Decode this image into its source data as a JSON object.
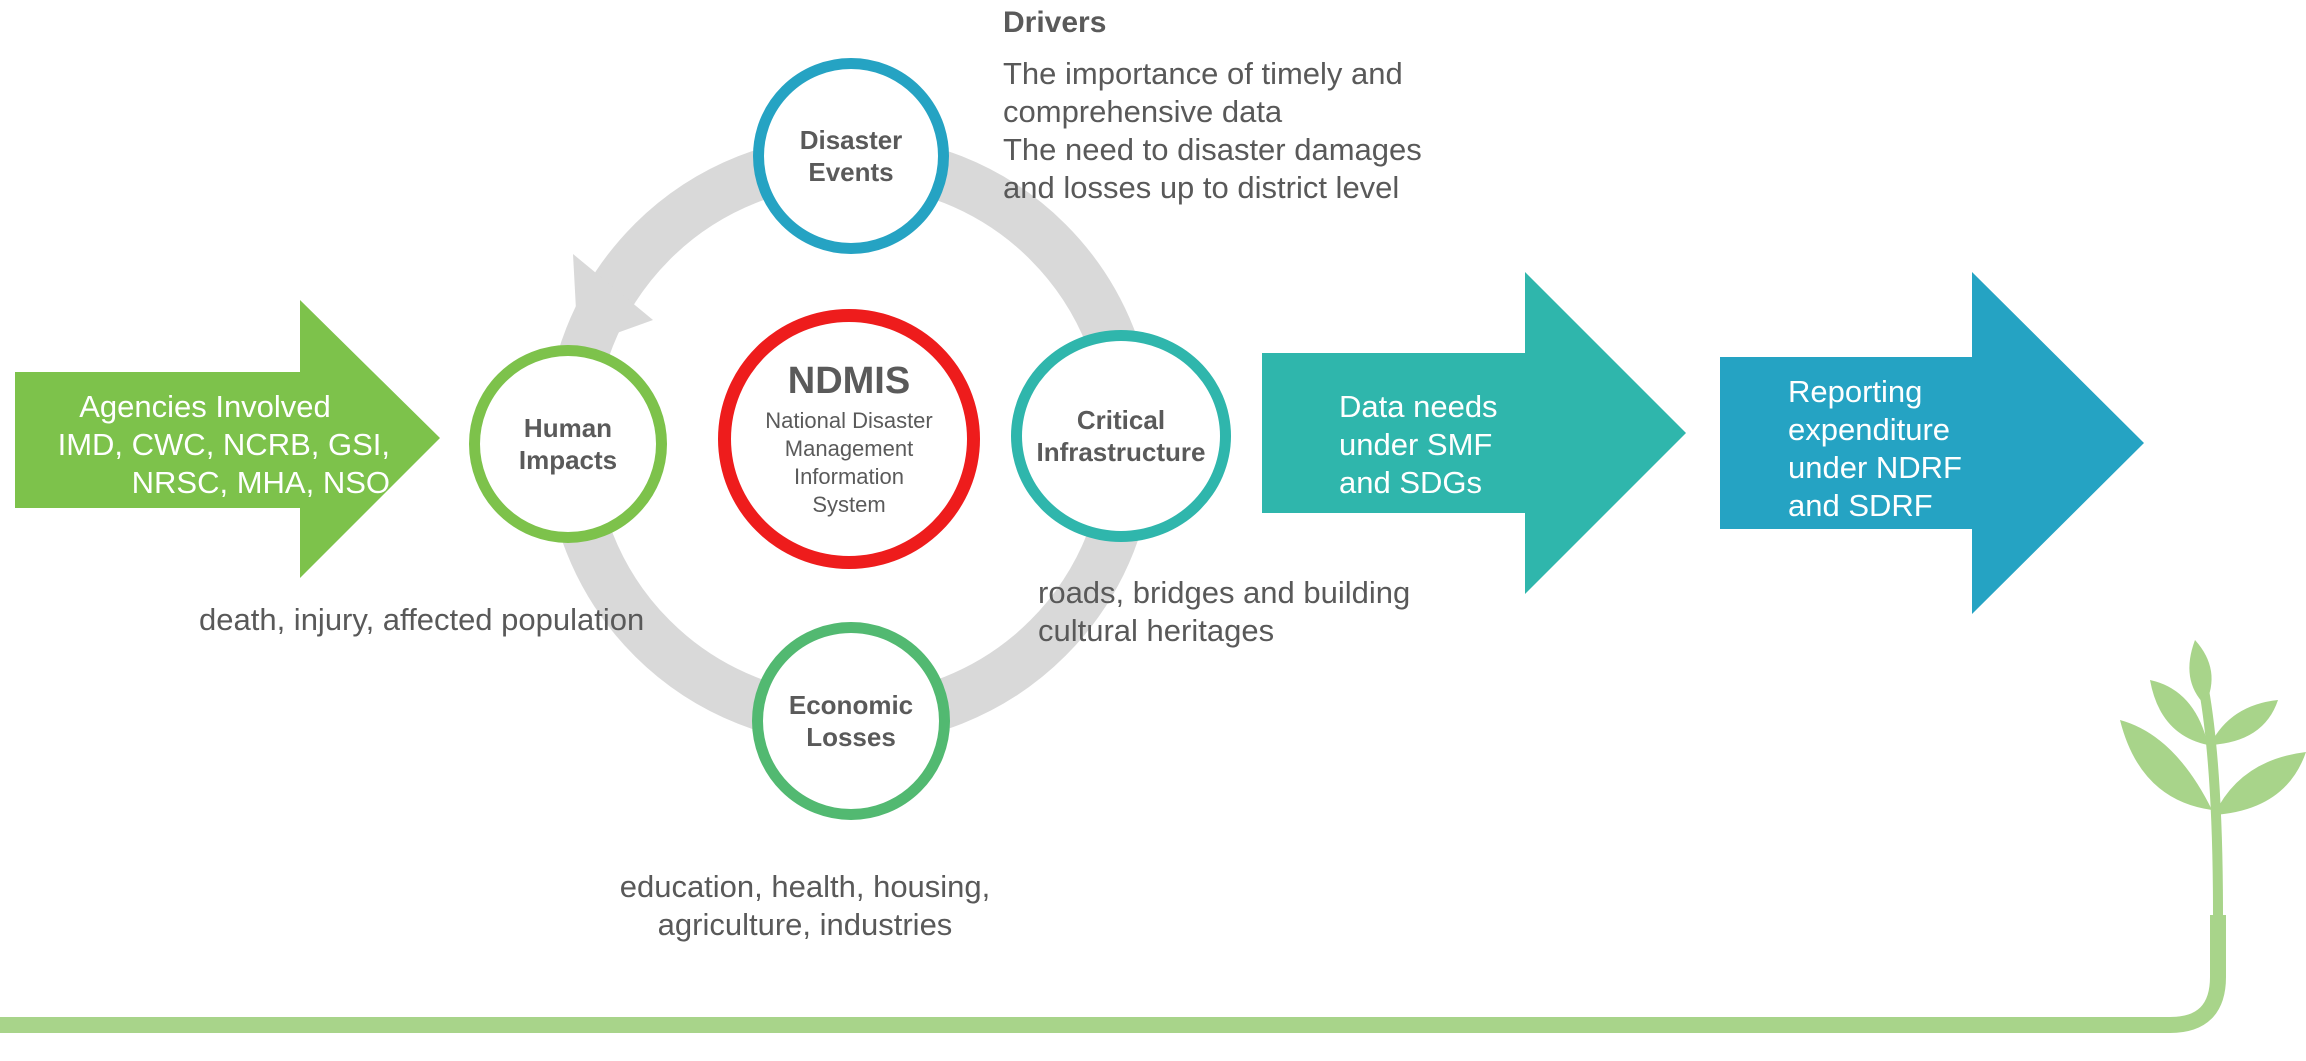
{
  "drivers": {
    "heading": "Drivers",
    "lines": "The importance of timely and\ncomprehensive data\nThe need to disaster damages\nand losses up to district level"
  },
  "agencies": {
    "title": "Agencies Involved",
    "list": "IMD, CWC, NCRB, GSI,\nNRSC, MHA, NSO"
  },
  "center": {
    "title": "NDMIS",
    "subtitle": "National Disaster\nManagement\nInformation\nSystem"
  },
  "cycle": {
    "disaster_events": "Disaster\nEvents",
    "human_impacts": "Human\nImpacts",
    "critical_infrastructure": "Critical\nInfrastructure",
    "economic_losses": "Economic\nLosses"
  },
  "notes": {
    "human": "death, injury, affected population",
    "infrastructure": "roads, bridges and building\ncultural heritages",
    "economic": "education, health, housing,\nagriculture, industries"
  },
  "outputs": {
    "data_needs": "Data needs\nunder SMF\nand SDGs",
    "reporting": "Reporting\nexpenditure\nunder NDRF\nand SDRF"
  },
  "colors": {
    "green_arrow": "#7dc24b",
    "teal_arrow": "#2fb6ac",
    "blue_arrow": "#25a3c3",
    "cycle_ring": "#d9d9d9",
    "disaster_ring": "#25a3c3",
    "human_ring": "#7dc24b",
    "infrastructure_ring": "#2fb6ac",
    "economic_ring": "#52b971",
    "ndmis_ring": "#ee1c1c",
    "plant": "#a8d48a",
    "text_gray": "#595959"
  }
}
